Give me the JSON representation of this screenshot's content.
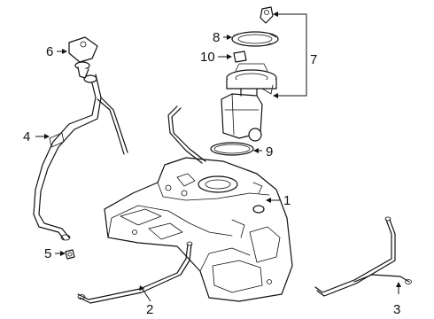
{
  "diagram": {
    "callouts": [
      {
        "id": "1",
        "text": "1"
      },
      {
        "id": "2",
        "text": "2"
      },
      {
        "id": "3",
        "text": "3"
      },
      {
        "id": "4",
        "text": "4"
      },
      {
        "id": "5",
        "text": "5"
      },
      {
        "id": "6",
        "text": "6"
      },
      {
        "id": "7",
        "text": "7"
      },
      {
        "id": "8",
        "text": "8"
      },
      {
        "id": "9",
        "text": "9"
      },
      {
        "id": "10",
        "text": "10"
      }
    ],
    "colors": {
      "ink": "#111111",
      "paper": "#ffffff"
    }
  }
}
